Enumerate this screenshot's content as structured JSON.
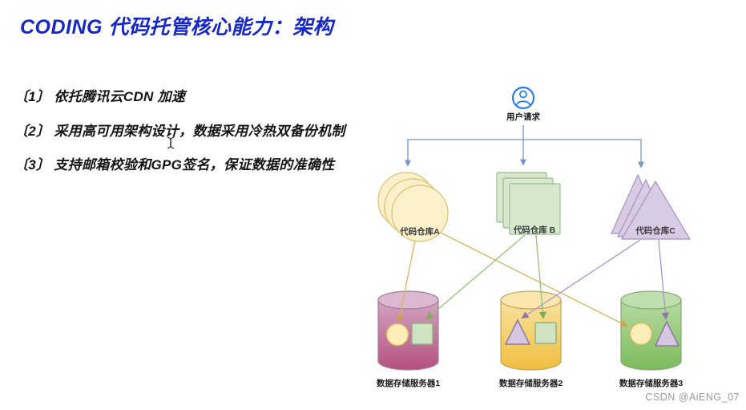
{
  "slide": {
    "title": "CODING 代码托管核心能力：架构",
    "bullets": [
      "〔1〕 依托腾讯云CDN 加速",
      "〔2〕 采用高可用架构设计，数据采用冷热双备份机制",
      "〔3〕 支持邮箱校验和GPG签名，保证数据的准确性"
    ],
    "title_color": "#1527c6"
  },
  "diagram": {
    "user": {
      "icon": "user-circle-icon",
      "label": "用户请求",
      "icon_color": "#2b7de9",
      "request_arrow_color": "#7296c4"
    },
    "repos": [
      {
        "label": "代码仓库A",
        "shape": "circle-stack",
        "fill": "#faf1cb",
        "stroke": "#d9c070"
      },
      {
        "label": "代码仓库 B",
        "shape": "square-stack",
        "fill": "#d7e8cf",
        "stroke": "#9cbd8b"
      },
      {
        "label": "代码仓库C",
        "shape": "triangle-stack",
        "fill": "#d9cbe4",
        "stroke": "#a791bf"
      }
    ],
    "servers": [
      {
        "label": "数据存储服务器1",
        "cylinder_top_color": "#d2a3c2",
        "cylinder_bottom_color": "#b5517f",
        "contents": [
          "yellow-circle",
          "green-square"
        ]
      },
      {
        "label": "数据存储服务器2",
        "cylinder_top_color": "#f8e2a0",
        "cylinder_bottom_color": "#f0be3f",
        "contents": [
          "purple-triangle",
          "green-square"
        ]
      },
      {
        "label": "数据存储服务器3",
        "cylinder_top_color": "#b6d9a2",
        "cylinder_bottom_color": "#7cbb5c",
        "contents": [
          "yellow-circle",
          "purple-triangle"
        ]
      }
    ],
    "connections": [
      {
        "from": "代码仓库A",
        "to": "数据存储服务器1",
        "color": "#d9b65c"
      },
      {
        "from": "代码仓库A",
        "to": "数据存储服务器3",
        "color": "#d9b65c"
      },
      {
        "from": "代码仓库 B",
        "to": "数据存储服务器1",
        "color": "#94c072"
      },
      {
        "from": "代码仓库 B",
        "to": "数据存储服务器2",
        "color": "#94c072"
      },
      {
        "from": "代码仓库C",
        "to": "数据存储服务器2",
        "color": "#a796c6"
      },
      {
        "from": "代码仓库C",
        "to": "数据存储服务器3",
        "color": "#a796c6"
      }
    ]
  },
  "watermark": "CSDN @AiENG_07"
}
